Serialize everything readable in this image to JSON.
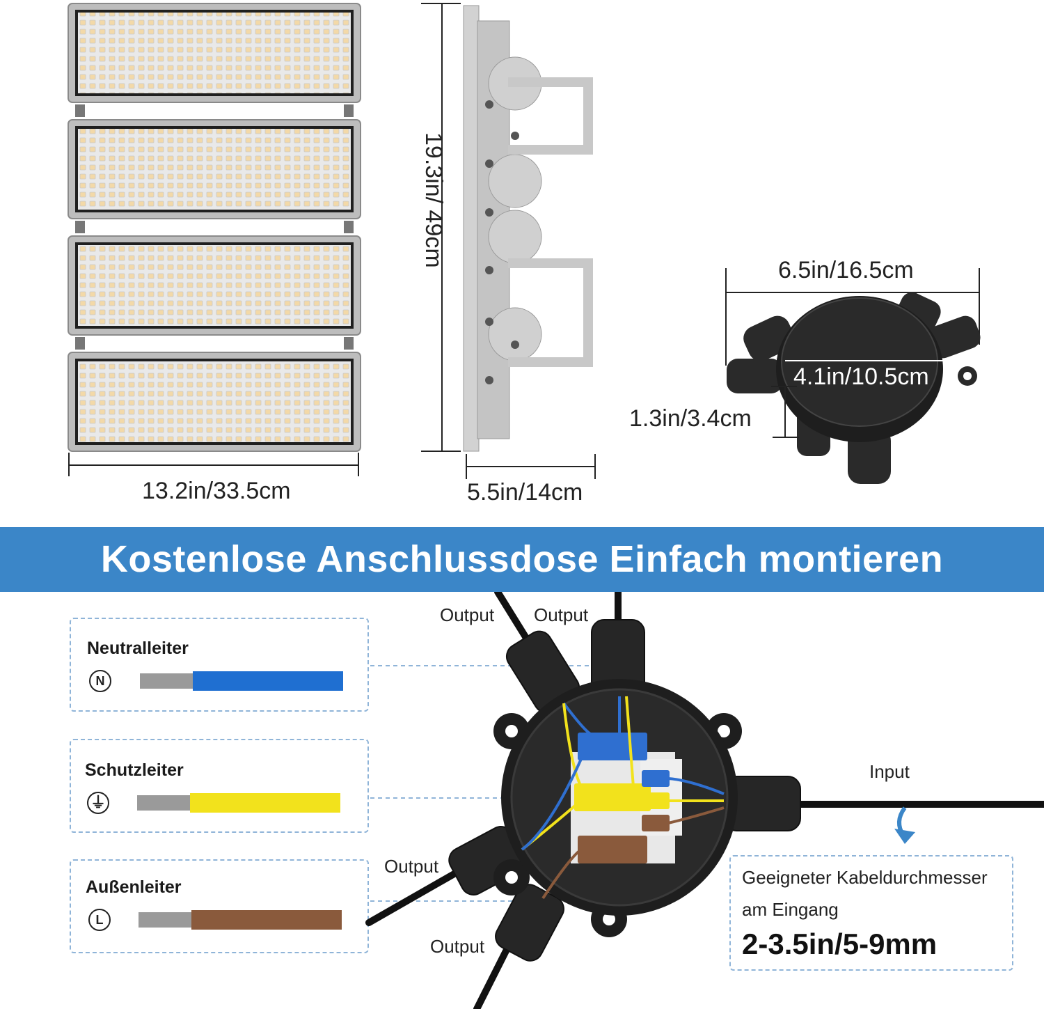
{
  "dimensions": {
    "width": "13.2in/33.5cm",
    "height": "19.3in/ 49cm",
    "depth": "5.5in/14cm",
    "box_width": "6.5in/16.5cm",
    "box_inner": "4.1in/10.5cm",
    "box_height": "1.3in/3.4cm"
  },
  "banner": {
    "title": "Kostenlose Anschlussdose Einfach montieren"
  },
  "wires": [
    {
      "label": "Neutralleiter",
      "symbol": "N",
      "color": "#1f6fd1",
      "icon": "neutral-symbol"
    },
    {
      "label": "Schutzleiter",
      "symbol": "⏚",
      "color": "#f2e21c",
      "icon": "ground-icon"
    },
    {
      "label": "Außenleiter",
      "symbol": "L",
      "color": "#8a5a3c",
      "icon": "line-symbol"
    }
  ],
  "ports": {
    "output_1": "Output",
    "output_2": "Output",
    "output_3": "Output",
    "output_4": "Output",
    "input": "Input"
  },
  "cable_info": {
    "line1": "Geeigneter Kabeldurchmesser",
    "line2": "am Eingang",
    "value": "2-3.5in/5-9mm"
  },
  "colors": {
    "banner": "#3b86c8",
    "dashed_border": "#8fb4d8",
    "housing_gray": "#c8c8c8",
    "box_black": "#1e1e1e"
  }
}
